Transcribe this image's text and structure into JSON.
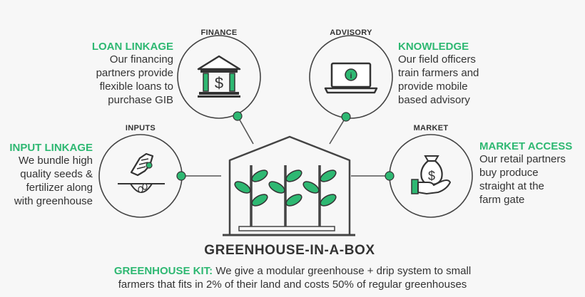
{
  "colors": {
    "accent": "#2eb872",
    "ink": "#333333",
    "background": "#f7f7f7"
  },
  "finance": {
    "caption": "FINANCE",
    "icon": "bank-icon",
    "title": "LOAN LINKAGE",
    "lines": [
      "Our financing",
      "partners provide",
      "flexible loans to",
      "purchase GIB"
    ]
  },
  "advisory": {
    "caption": "ADVISORY",
    "icon": "laptop-info-icon",
    "title": "KNOWLEDGE",
    "lines": [
      "Our field officers",
      "train farmers and",
      "provide mobile",
      "based advisory"
    ]
  },
  "inputs": {
    "caption": "INPUTS",
    "icon": "hand-seed-icon",
    "title": "INPUT LINKAGE",
    "lines": [
      "We bundle high",
      "quality seeds &",
      "fertilizer along",
      "with greenhouse"
    ]
  },
  "market": {
    "caption": "MARKET",
    "icon": "money-bag-hand-icon",
    "title": "MARKET ACCESS",
    "lines": [
      "Our retail partners",
      "buy produce",
      "straight at the",
      "farm gate"
    ]
  },
  "center": {
    "title": "GREENHOUSE-IN-A-BOX",
    "icon": "greenhouse-icon"
  },
  "footer": {
    "label": "GREENHOUSE KIT:",
    "line1_rest": " We give a modular greenhouse + drip system to small",
    "line2": "farmers that fits in 2% of their land and costs 50% of regular greenhouses"
  }
}
